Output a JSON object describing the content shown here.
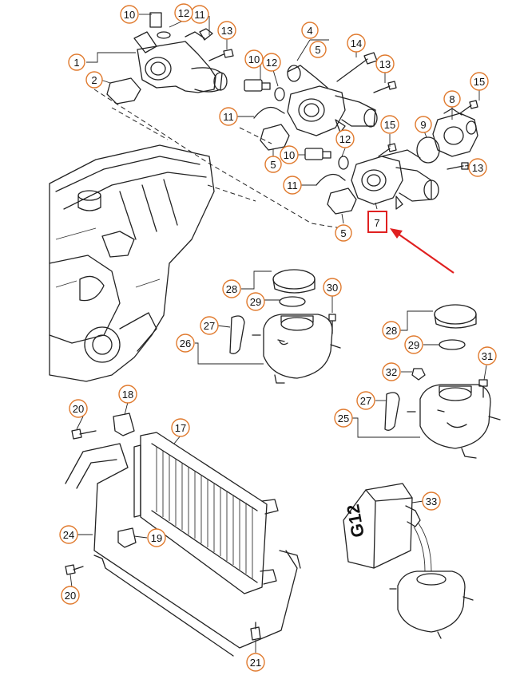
{
  "callouts": [
    {
      "id": "c1",
      "label": "1"
    },
    {
      "id": "c2",
      "label": "2"
    },
    {
      "id": "c4",
      "label": "4"
    },
    {
      "id": "c5a",
      "label": "5"
    },
    {
      "id": "c5b",
      "label": "5"
    },
    {
      "id": "c5c",
      "label": "5"
    },
    {
      "id": "c7",
      "label": "7"
    },
    {
      "id": "c8",
      "label": "8"
    },
    {
      "id": "c9",
      "label": "9"
    },
    {
      "id": "c10a",
      "label": "10"
    },
    {
      "id": "c10b",
      "label": "10"
    },
    {
      "id": "c10c",
      "label": "10"
    },
    {
      "id": "c11a",
      "label": "11"
    },
    {
      "id": "c11b",
      "label": "11"
    },
    {
      "id": "c11c",
      "label": "11"
    },
    {
      "id": "c12a",
      "label": "12"
    },
    {
      "id": "c12b",
      "label": "12"
    },
    {
      "id": "c12c",
      "label": "12"
    },
    {
      "id": "c13a",
      "label": "13"
    },
    {
      "id": "c13b",
      "label": "13"
    },
    {
      "id": "c13c",
      "label": "13"
    },
    {
      "id": "c14",
      "label": "14"
    },
    {
      "id": "c15a",
      "label": "15"
    },
    {
      "id": "c15b",
      "label": "15"
    },
    {
      "id": "c17",
      "label": "17"
    },
    {
      "id": "c18",
      "label": "18"
    },
    {
      "id": "c19",
      "label": "19"
    },
    {
      "id": "c20a",
      "label": "20"
    },
    {
      "id": "c20b",
      "label": "20"
    },
    {
      "id": "c21",
      "label": "21"
    },
    {
      "id": "c24",
      "label": "24"
    },
    {
      "id": "c25",
      "label": "25"
    },
    {
      "id": "c26",
      "label": "26"
    },
    {
      "id": "c27a",
      "label": "27"
    },
    {
      "id": "c27b",
      "label": "27"
    },
    {
      "id": "c28a",
      "label": "28"
    },
    {
      "id": "c28b",
      "label": "28"
    },
    {
      "id": "c29a",
      "label": "29"
    },
    {
      "id": "c29b",
      "label": "29"
    },
    {
      "id": "c30",
      "label": "30"
    },
    {
      "id": "c31",
      "label": "31"
    },
    {
      "id": "c32",
      "label": "32"
    },
    {
      "id": "c33",
      "label": "33"
    }
  ],
  "coolant_bottle_label": "G12",
  "colors": {
    "callout_ring": "#e07a2e",
    "highlight": "#e02020",
    "line": "#222222"
  }
}
